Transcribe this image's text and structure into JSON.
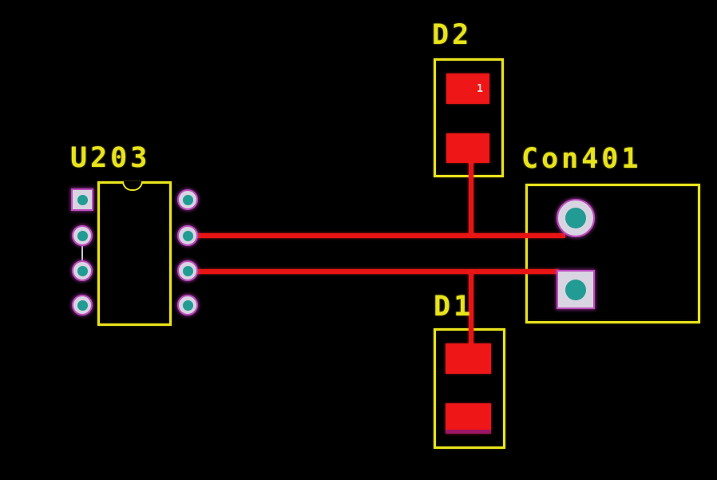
{
  "colors": {
    "board_background": "#000000",
    "silkscreen": "#e8e31c",
    "trace": "#e81414",
    "smd_pad": "#ee1616",
    "pad_hole": "#219b94",
    "pad_ring": "#d9d4e2",
    "pad_outline": "#bc4ebc"
  },
  "components": {
    "u203": {
      "refdes": "U203"
    },
    "d2": {
      "refdes": "D2",
      "pin1_label": "1"
    },
    "d1": {
      "refdes": "D1"
    },
    "con401": {
      "refdes": "Con401"
    }
  }
}
